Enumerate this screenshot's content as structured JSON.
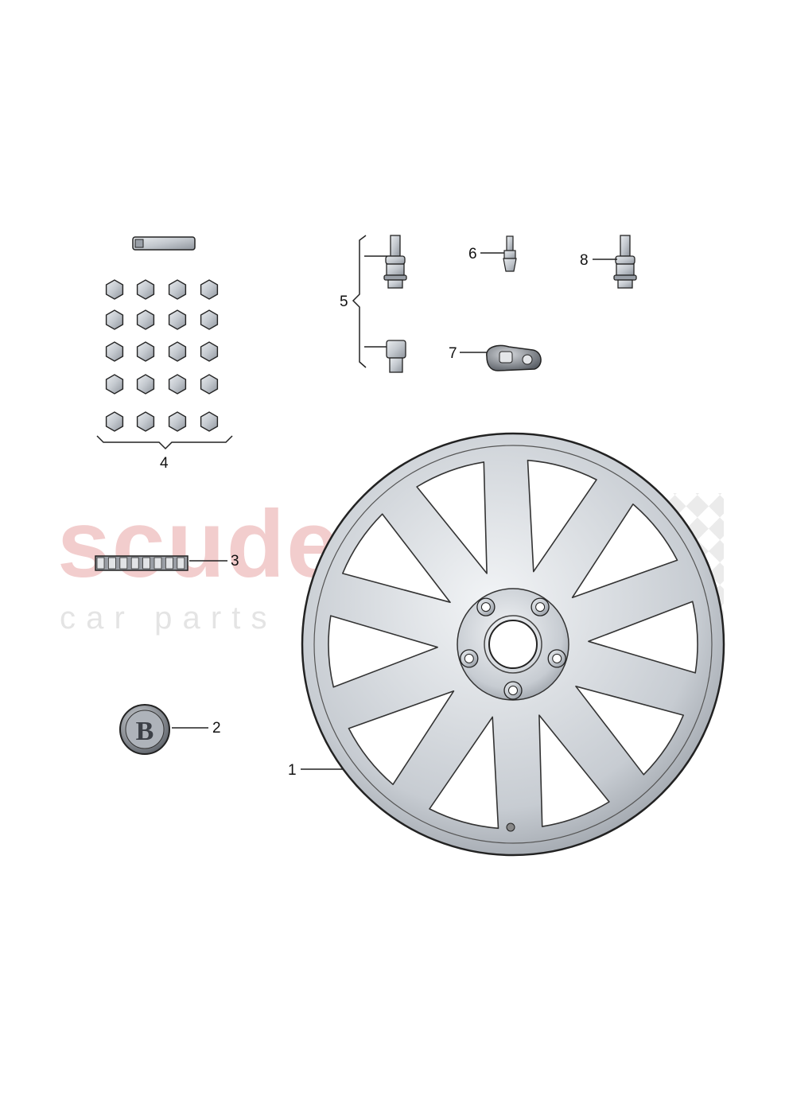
{
  "watermark": {
    "brand": "scuderia",
    "sub": "c a r   p a r t s"
  },
  "callouts": {
    "c1": "1",
    "c2": "2",
    "c3": "3",
    "c4": "4",
    "c5": "5",
    "c6": "6",
    "c7": "7",
    "c8": "8"
  },
  "emblem_letter": "B",
  "colors": {
    "line": "#222222",
    "metal": "#c8ccd2",
    "metal_dark": "#8a9099",
    "watermark": "#e8a6a6"
  }
}
